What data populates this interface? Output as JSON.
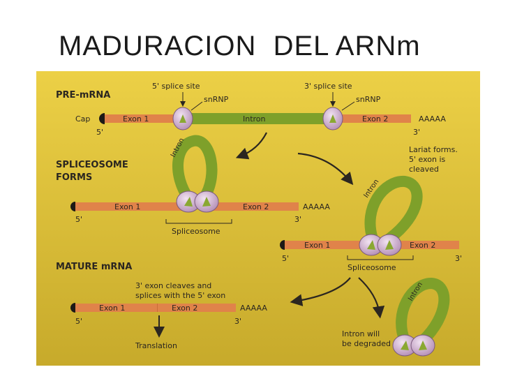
{
  "title": "MADURACION  DEL ARNm",
  "colors": {
    "background_top": "#e9c73f",
    "background_bottom": "#c9ad2c",
    "mrna": "#e0834a",
    "intron": "#7ea02a",
    "snrnp": "#c9a3c9",
    "text": "#2b2620"
  },
  "sections": {
    "pre_mrna": "PRE-mRNA",
    "spliceosome_forms_1": "SPLICEOSOME",
    "spliceosome_forms_2": "FORMS",
    "mature_mrna": "MATURE mRNA"
  },
  "labels": {
    "splice_site_5": "5' splice site",
    "splice_site_3": "3' splice site",
    "snrnp_left": "snRNP",
    "snrnp_right": "snRNP",
    "cap": "Cap",
    "exon1": "Exon 1",
    "exon2": "Exon 2",
    "intron": "Intron",
    "polya": "AAAAA",
    "five_prime": "5'",
    "three_prime": "3'",
    "spliceosome": "Spliceosome",
    "lariat_1": "Lariat forms.",
    "lariat_2": "5' exon is",
    "lariat_3": "cleaved",
    "cleaves_1": "3' exon cleaves and",
    "cleaves_2": "splices with the 5' exon",
    "translation": "Translation",
    "degraded_1": "Intron will",
    "degraded_2": "be degraded"
  }
}
